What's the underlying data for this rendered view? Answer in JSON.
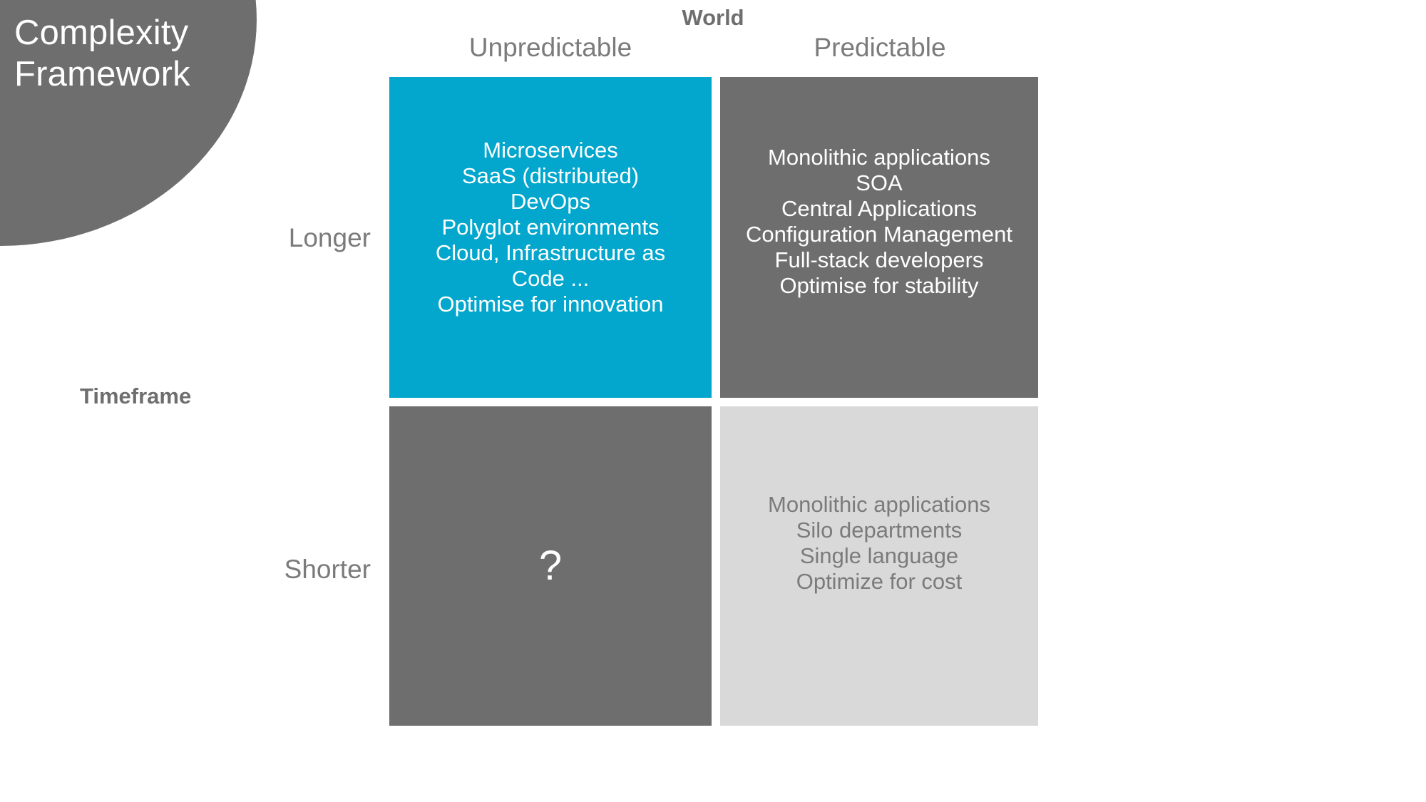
{
  "title": {
    "lines": [
      "Complexity",
      "Framework"
    ]
  },
  "axes": {
    "x_axis_title": "World",
    "x_categories": [
      "Unpredictable",
      "Predictable"
    ],
    "y_axis_title": "Timeframe",
    "y_categories": [
      "Longer",
      "Shorter"
    ]
  },
  "colors": {
    "accent": "#03a6cc",
    "dark_gray": "#6e6e6e",
    "light_gray": "#d9d9d9",
    "label_gray": "#7b7b7b",
    "white": "#ffffff"
  },
  "quadrants": {
    "top_left": {
      "row": "Longer",
      "column": "Unpredictable",
      "fill": "#03a6cc",
      "lines": [
        "Microservices",
        "SaaS (distributed)",
        "DevOps",
        "Polyglot environments",
        "Cloud, Infrastructure as",
        "Code ...",
        "Optimise for innovation"
      ]
    },
    "top_right": {
      "row": "Longer",
      "column": "Predictable",
      "fill": "#6e6e6e",
      "lines": [
        "Monolithic applications",
        "SOA",
        "Central Applications",
        "Configuration Management",
        "Full-stack developers",
        "Optimise for stability"
      ]
    },
    "bottom_left": {
      "row": "Shorter",
      "column": "Unpredictable",
      "fill": "#6e6e6e",
      "lines": [],
      "marker": "?"
    },
    "bottom_right": {
      "row": "Shorter",
      "column": "Predictable",
      "fill": "#d9d9d9",
      "lines": [
        "Monolithic applications",
        "Silo departments",
        "Single language",
        "Optimize for cost"
      ]
    }
  }
}
